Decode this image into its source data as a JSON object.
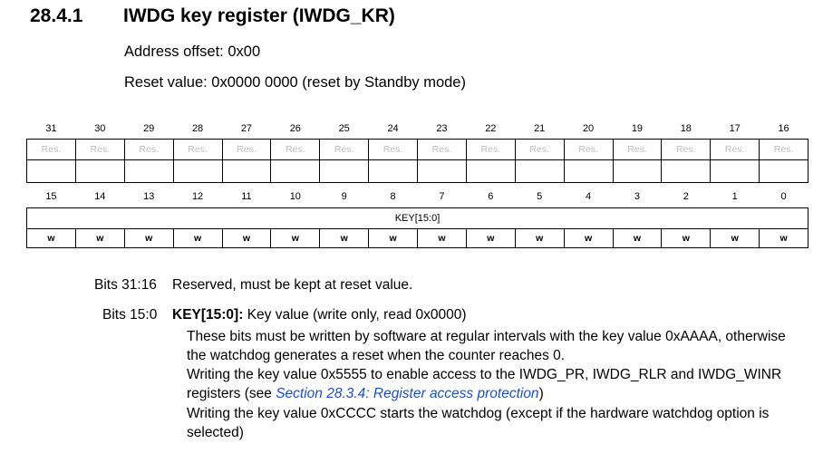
{
  "section": {
    "number": "28.4.1",
    "title": "IWDG key register (IWDG_KR)",
    "address_offset": "Address offset: 0x00",
    "reset_value": "Reset value: 0x0000 0000 (reset by Standby mode)"
  },
  "register": {
    "upper_bits": [
      "31",
      "30",
      "29",
      "28",
      "27",
      "26",
      "25",
      "24",
      "23",
      "22",
      "21",
      "20",
      "19",
      "18",
      "17",
      "16"
    ],
    "upper_fields": [
      "Res.",
      "Res.",
      "Res.",
      "Res.",
      "Res.",
      "Res.",
      "Res.",
      "Res.",
      "Res.",
      "Res.",
      "Res.",
      "Res.",
      "Res.",
      "Res.",
      "Res.",
      "Res."
    ],
    "lower_bits": [
      "15",
      "14",
      "13",
      "12",
      "11",
      "10",
      "9",
      "8",
      "7",
      "6",
      "5",
      "4",
      "3",
      "2",
      "1",
      "0"
    ],
    "lower_field": "KEY[15:0]",
    "lower_access": [
      "w",
      "w",
      "w",
      "w",
      "w",
      "w",
      "w",
      "w",
      "w",
      "w",
      "w",
      "w",
      "w",
      "w",
      "w",
      "w"
    ]
  },
  "bits": {
    "b31_16_label": "Bits 31:16",
    "b31_16_text": "Reserved, must be kept at reset value.",
    "b15_0_label": "Bits 15:0",
    "b15_0_name": "KEY[15:0]:",
    "b15_0_summary": "Key value (write only, read 0x0000)",
    "p1": "These bits must be written by software at regular intervals with the key value 0xAAAA, otherwise the watchdog generates a reset when the counter reaches 0.",
    "p2_pre": "Writing the key value 0x5555 to enable access to the IWDG_PR, IWDG_RLR and IWDG_WINR registers (see ",
    "p2_link": "Section 28.3.4: Register access protection",
    "p2_post": ")",
    "p3": "Writing the key value 0xCCCC starts the watchdog (except if the hardware watchdog option is selected)"
  }
}
